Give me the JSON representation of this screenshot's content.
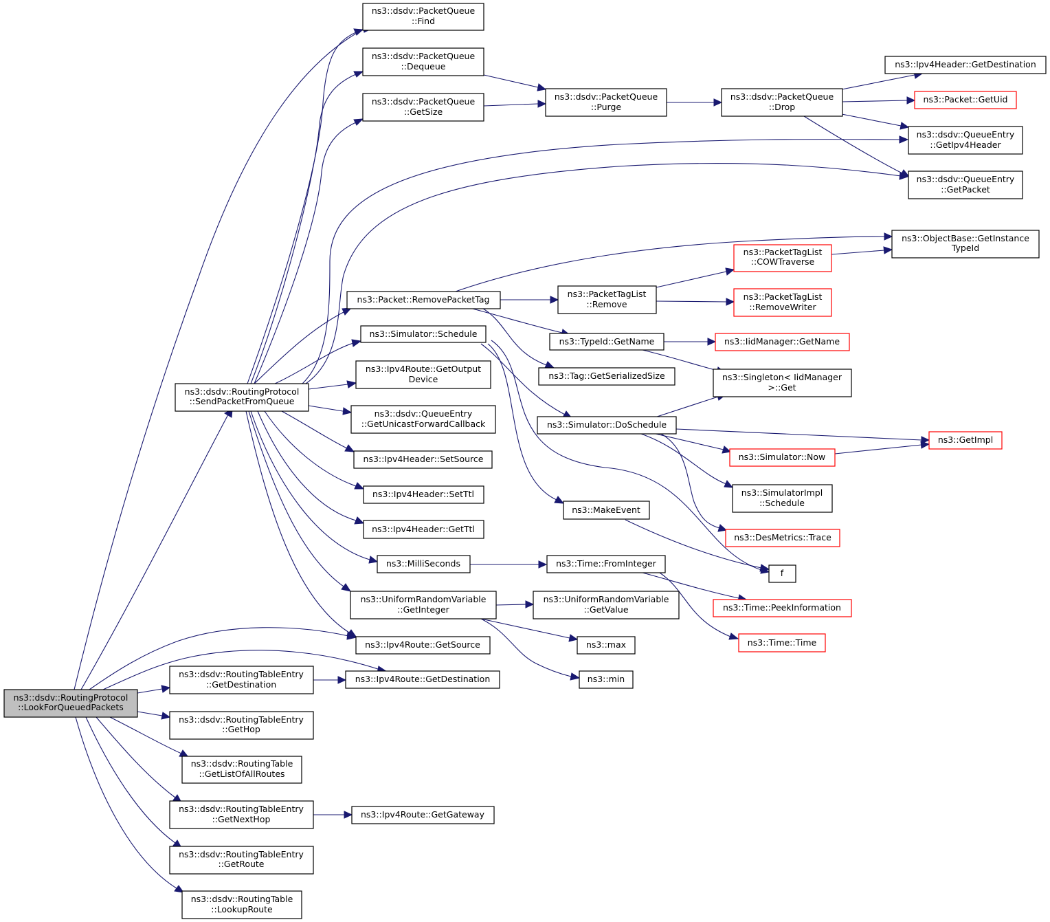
{
  "graph": {
    "edge_color": "#191970",
    "normal_border_color": "#000000",
    "external_border_color": "#ff0000",
    "root_fill_color": "#bfbfbf",
    "nodes": {
      "root": {
        "lines": [
          "ns3::dsdv::RoutingProtocol",
          "::LookForQueuedPackets"
        ],
        "style": "root"
      },
      "sendPkt": {
        "lines": [
          "ns3::dsdv::RoutingProtocol",
          "::SendPacketFromQueue"
        ],
        "style": "normal"
      },
      "pqFind": {
        "lines": [
          "ns3::dsdv::PacketQueue",
          "::Find"
        ],
        "style": "normal"
      },
      "pqDequeue": {
        "lines": [
          "ns3::dsdv::PacketQueue",
          "::Dequeue"
        ],
        "style": "normal"
      },
      "pqGetSize": {
        "lines": [
          "ns3::dsdv::PacketQueue",
          "::GetSize"
        ],
        "style": "normal"
      },
      "pqPurge": {
        "lines": [
          "ns3::dsdv::PacketQueue",
          "::Purge"
        ],
        "style": "normal"
      },
      "pqDrop": {
        "lines": [
          "ns3::dsdv::PacketQueue",
          "::Drop"
        ],
        "style": "normal"
      },
      "ipv4hGetDest": {
        "lines": [
          "ns3::Ipv4Header::GetDestination"
        ],
        "style": "normal"
      },
      "pktGetUid": {
        "lines": [
          "ns3::Packet::GetUid"
        ],
        "style": "red"
      },
      "qeGetIpv4H": {
        "lines": [
          "ns3::dsdv::QueueEntry",
          "::GetIpv4Header"
        ],
        "style": "normal"
      },
      "qeGetPacket": {
        "lines": [
          "ns3::dsdv::QueueEntry",
          "::GetPacket"
        ],
        "style": "normal"
      },
      "objGetInstance": {
        "lines": [
          "ns3::ObjectBase::GetInstance",
          "TypeId"
        ],
        "style": "normal"
      },
      "ptlCOW": {
        "lines": [
          "ns3::PacketTagList",
          "::COWTraverse"
        ],
        "style": "red"
      },
      "pktRemoveTag": {
        "lines": [
          "ns3::Packet::RemovePacketTag"
        ],
        "style": "normal"
      },
      "ptlRemove": {
        "lines": [
          "ns3::PacketTagList",
          "::Remove"
        ],
        "style": "normal"
      },
      "ptlRemoveWriter": {
        "lines": [
          "ns3::PacketTagList",
          "::RemoveWriter"
        ],
        "style": "red"
      },
      "simSchedule": {
        "lines": [
          "ns3::Simulator::Schedule"
        ],
        "style": "normal"
      },
      "typeIdGetName": {
        "lines": [
          "ns3::TypeId::GetName"
        ],
        "style": "normal"
      },
      "iidGetName": {
        "lines": [
          "ns3::IidManager::GetName"
        ],
        "style": "red"
      },
      "ipv4rGetOutDev": {
        "lines": [
          "ns3::Ipv4Route::GetOutput",
          "Device"
        ],
        "style": "normal"
      },
      "tagGetSerSize": {
        "lines": [
          "ns3::Tag::GetSerializedSize"
        ],
        "style": "normal"
      },
      "singletonGet": {
        "lines": [
          "ns3::Singleton< IidManager",
          " >::Get"
        ],
        "style": "normal"
      },
      "qeGetUnicast": {
        "lines": [
          "ns3::dsdv::QueueEntry",
          "::GetUnicastForwardCallback"
        ],
        "style": "normal"
      },
      "simDoSchedule": {
        "lines": [
          "ns3::Simulator::DoSchedule"
        ],
        "style": "normal"
      },
      "getImpl": {
        "lines": [
          "ns3::GetImpl"
        ],
        "style": "red"
      },
      "ipv4hSetSource": {
        "lines": [
          "ns3::Ipv4Header::SetSource"
        ],
        "style": "normal"
      },
      "simNow": {
        "lines": [
          "ns3::Simulator::Now"
        ],
        "style": "red"
      },
      "simImplSchedule": {
        "lines": [
          "ns3::SimulatorImpl",
          "::Schedule"
        ],
        "style": "normal"
      },
      "ipv4hSetTtl": {
        "lines": [
          "ns3::Ipv4Header::SetTtl"
        ],
        "style": "normal"
      },
      "makeEvent": {
        "lines": [
          "ns3::MakeEvent"
        ],
        "style": "normal"
      },
      "ipv4hGetTtl": {
        "lines": [
          "ns3::Ipv4Header::GetTtl"
        ],
        "style": "normal"
      },
      "desMetricsTrace": {
        "lines": [
          "ns3::DesMetrics::Trace"
        ],
        "style": "red"
      },
      "milliSeconds": {
        "lines": [
          "ns3::MilliSeconds"
        ],
        "style": "normal"
      },
      "timeFromInt": {
        "lines": [
          "ns3::Time::FromInteger"
        ],
        "style": "normal"
      },
      "f": {
        "lines": [
          "f"
        ],
        "style": "normal"
      },
      "urvGetInteger": {
        "lines": [
          "ns3::UniformRandomVariable",
          "::GetInteger"
        ],
        "style": "normal"
      },
      "urvGetValue": {
        "lines": [
          "ns3::UniformRandomVariable",
          "::GetValue"
        ],
        "style": "normal"
      },
      "timePeekInfo": {
        "lines": [
          "ns3::Time::PeekInformation"
        ],
        "style": "red"
      },
      "ipv4rGetSource": {
        "lines": [
          "ns3::Ipv4Route::GetSource"
        ],
        "style": "normal"
      },
      "nsMax": {
        "lines": [
          "ns3::max"
        ],
        "style": "normal"
      },
      "timeTime": {
        "lines": [
          "ns3::Time::Time"
        ],
        "style": "red"
      },
      "rteGetDest": {
        "lines": [
          "ns3::dsdv::RoutingTableEntry",
          "::GetDestination"
        ],
        "style": "normal"
      },
      "ipv4rGetDest": {
        "lines": [
          "ns3::Ipv4Route::GetDestination"
        ],
        "style": "normal"
      },
      "nsMin": {
        "lines": [
          "ns3::min"
        ],
        "style": "normal"
      },
      "rteGetHop": {
        "lines": [
          "ns3::dsdv::RoutingTableEntry",
          "::GetHop"
        ],
        "style": "normal"
      },
      "rtGetListAll": {
        "lines": [
          "ns3::dsdv::RoutingTable",
          "::GetListOfAllRoutes"
        ],
        "style": "normal"
      },
      "rteGetNextHop": {
        "lines": [
          "ns3::dsdv::RoutingTableEntry",
          "::GetNextHop"
        ],
        "style": "normal"
      },
      "ipv4rGetGateway": {
        "lines": [
          "ns3::Ipv4Route::GetGateway"
        ],
        "style": "normal"
      },
      "rteGetRoute": {
        "lines": [
          "ns3::dsdv::RoutingTableEntry",
          "::GetRoute"
        ],
        "style": "normal"
      },
      "rtLookupRoute": {
        "lines": [
          "ns3::dsdv::RoutingTable",
          "::LookupRoute"
        ],
        "style": "normal"
      }
    },
    "edges": [
      [
        "root",
        "pqFind"
      ],
      [
        "root",
        "sendPkt"
      ],
      [
        "root",
        "ipv4rGetSource"
      ],
      [
        "root",
        "ipv4rGetDest"
      ],
      [
        "root",
        "rteGetDest"
      ],
      [
        "root",
        "rteGetHop"
      ],
      [
        "root",
        "rtGetListAll"
      ],
      [
        "root",
        "rteGetNextHop"
      ],
      [
        "root",
        "rteGetRoute"
      ],
      [
        "root",
        "rtLookupRoute"
      ],
      [
        "sendPkt",
        "pqFind"
      ],
      [
        "sendPkt",
        "pqDequeue"
      ],
      [
        "sendPkt",
        "pqGetSize"
      ],
      [
        "sendPkt",
        "qeGetIpv4H"
      ],
      [
        "sendPkt",
        "qeGetPacket"
      ],
      [
        "sendPkt",
        "pktRemoveTag"
      ],
      [
        "sendPkt",
        "simSchedule"
      ],
      [
        "sendPkt",
        "ipv4rGetOutDev"
      ],
      [
        "sendPkt",
        "qeGetUnicast"
      ],
      [
        "sendPkt",
        "ipv4hSetSource"
      ],
      [
        "sendPkt",
        "ipv4hSetTtl"
      ],
      [
        "sendPkt",
        "ipv4hGetTtl"
      ],
      [
        "sendPkt",
        "milliSeconds"
      ],
      [
        "sendPkt",
        "urvGetInteger"
      ],
      [
        "sendPkt",
        "ipv4rGetSource"
      ],
      [
        "pqDequeue",
        "pqPurge"
      ],
      [
        "pqGetSize",
        "pqPurge"
      ],
      [
        "pqPurge",
        "pqDrop"
      ],
      [
        "pqDrop",
        "ipv4hGetDest"
      ],
      [
        "pqDrop",
        "pktGetUid"
      ],
      [
        "pqDrop",
        "qeGetIpv4H"
      ],
      [
        "pqDrop",
        "qeGetPacket"
      ],
      [
        "pktRemoveTag",
        "objGetInstance"
      ],
      [
        "pktRemoveTag",
        "ptlRemove"
      ],
      [
        "pktRemoveTag",
        "typeIdGetName"
      ],
      [
        "pktRemoveTag",
        "tagGetSerSize"
      ],
      [
        "ptlRemove",
        "ptlCOW"
      ],
      [
        "ptlRemove",
        "ptlRemoveWriter"
      ],
      [
        "ptlCOW",
        "objGetInstance"
      ],
      [
        "typeIdGetName",
        "iidGetName"
      ],
      [
        "typeIdGetName",
        "singletonGet"
      ],
      [
        "simSchedule",
        "simDoSchedule"
      ],
      [
        "simSchedule",
        "makeEvent"
      ],
      [
        "simSchedule",
        "f"
      ],
      [
        "simDoSchedule",
        "singletonGet"
      ],
      [
        "simDoSchedule",
        "getImpl"
      ],
      [
        "simDoSchedule",
        "simNow"
      ],
      [
        "simDoSchedule",
        "simImplSchedule"
      ],
      [
        "simDoSchedule",
        "desMetricsTrace"
      ],
      [
        "simNow",
        "getImpl"
      ],
      [
        "makeEvent",
        "f"
      ],
      [
        "milliSeconds",
        "timeFromInt"
      ],
      [
        "timeFromInt",
        "timePeekInfo"
      ],
      [
        "timeFromInt",
        "timeTime"
      ],
      [
        "urvGetInteger",
        "urvGetValue"
      ],
      [
        "urvGetInteger",
        "nsMax"
      ],
      [
        "urvGetInteger",
        "nsMin"
      ],
      [
        "rteGetDest",
        "ipv4rGetDest"
      ],
      [
        "rteGetNextHop",
        "ipv4rGetGateway"
      ]
    ]
  }
}
